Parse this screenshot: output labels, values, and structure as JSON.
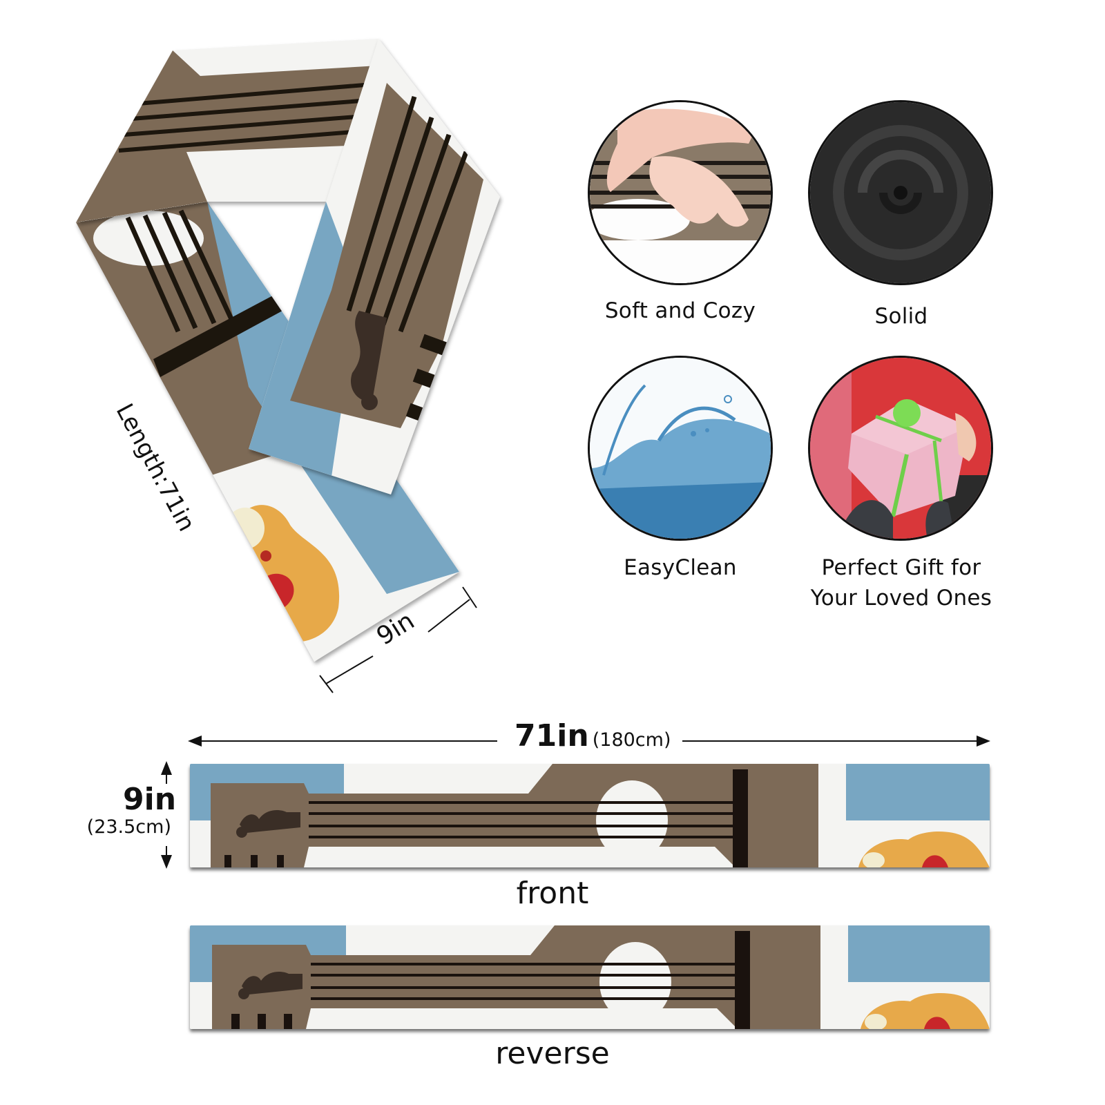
{
  "product": {
    "type": "scarf",
    "colors": {
      "brown": "#7d6a57",
      "blue": "#78a6c2",
      "white": "#f4f4f2",
      "black": "#1a120e",
      "doll_orange": "#e7a94a",
      "doll_red": "#c8262a"
    }
  },
  "folded_view": {
    "length_label": "Length:71in",
    "width_label": "9in"
  },
  "features": [
    {
      "label": "Soft and Cozy",
      "icon": "hands-on-fabric-image"
    },
    {
      "label": "Solid",
      "icon": "black-fabric-swirl-image"
    },
    {
      "label": "EasyClean",
      "icon": "water-splash-image"
    },
    {
      "label_line1": "Perfect Gift for",
      "label_line2": "Your Loved Ones",
      "icon": "gift-box-image"
    }
  ],
  "dimensions": {
    "length_main": "71in",
    "length_sub": "(180cm)",
    "width_main": "9in",
    "width_sub": "(23.5cm)"
  },
  "strips": [
    {
      "label": "front"
    },
    {
      "label": "reverse"
    }
  ]
}
